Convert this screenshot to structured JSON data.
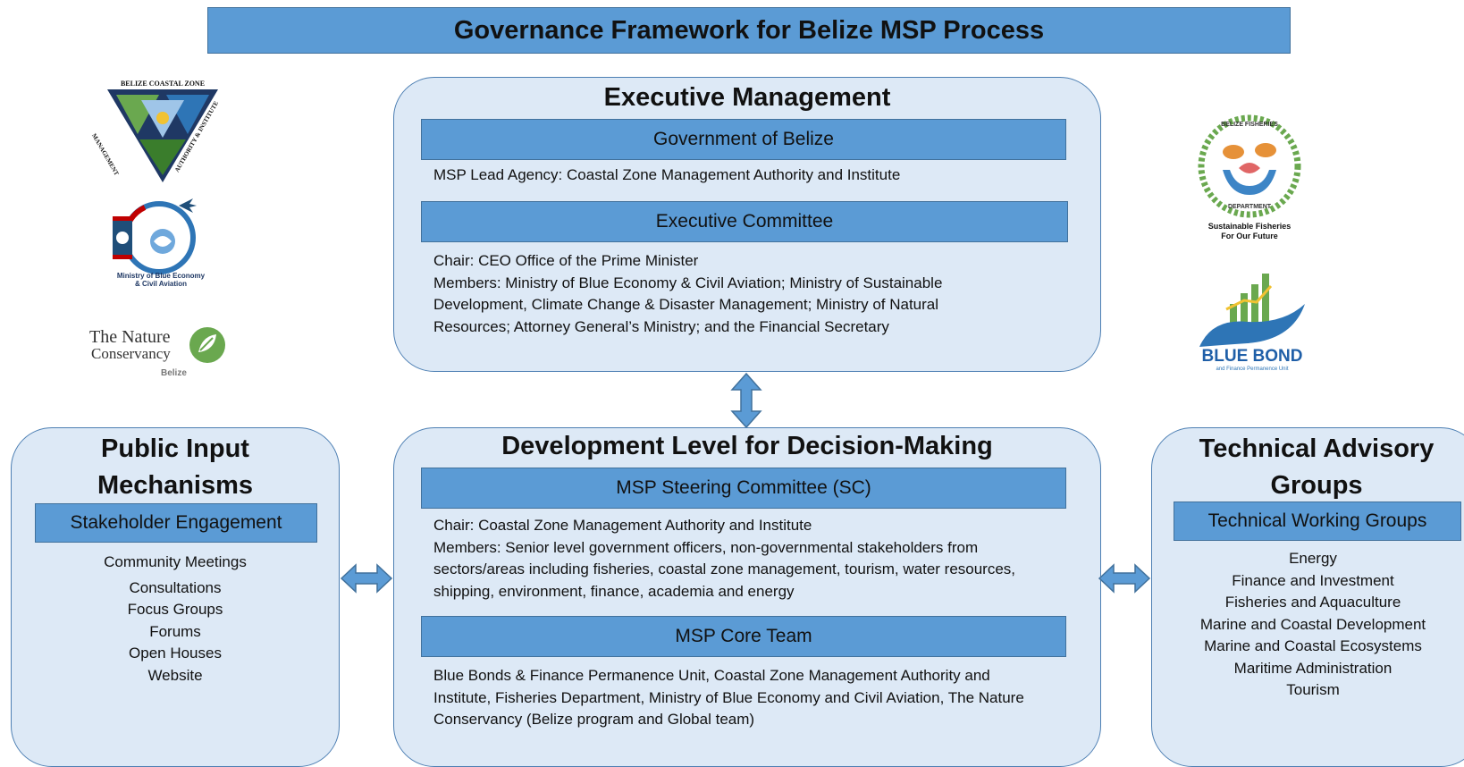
{
  "title": "Governance Framework for Belize MSP Process",
  "executive": {
    "heading": "Executive Management",
    "gov_bar": "Government of Belize",
    "lead_agency": "MSP Lead Agency: Coastal Zone Management Authority and Institute",
    "committee_bar": "Executive Committee",
    "chair": "Chair: CEO Office of the Prime Minister",
    "members": "Members: Ministry of Blue Economy & Civil Aviation; Ministry of Sustainable Development, Climate Change & Disaster Management; Ministry of Natural Resources; Attorney General’s Ministry; and the Financial Secretary"
  },
  "development": {
    "heading": "Development Level for Decision-Making",
    "sc_bar": "MSP Steering Committee (SC)",
    "chair": "Chair: Coastal Zone Management Authority and Institute",
    "members": "Members: Senior level government officers, non-governmental stakeholders from sectors/areas including fisheries, coastal zone management, tourism, water resources, shipping, environment, finance, academia and energy",
    "core_bar": "MSP Core Team",
    "core_members": "Blue Bonds & Finance Permanence Unit, Coastal Zone Management Authority and Institute, Fisheries Department, Ministry of Blue Economy and Civil Aviation, The Nature Conservancy (Belize program and Global team)"
  },
  "public": {
    "heading": "Public Input Mechanisms",
    "bar": "Stakeholder Engagement",
    "items": [
      "Community Meetings",
      "Consultations",
      "Focus Groups",
      "Forums",
      "Open Houses",
      "Website"
    ]
  },
  "technical": {
    "heading": "Technical Advisory Groups",
    "bar": "Technical Working Groups",
    "items": [
      "Energy",
      "Finance and Investment",
      "Fisheries and Aquaculture",
      "Marine and Coastal Development",
      "Marine and Coastal Ecosystems",
      "Maritime Administration",
      "Tourism"
    ]
  },
  "logos": {
    "czmai_top": "BELIZE COASTAL ZONE",
    "czmai_left": "MANAGEMENT",
    "czmai_right": "AUTHORITY & INSTITUTE",
    "blue_economy_line1": "Ministry of Blue Economy",
    "blue_economy_line2": "& Civil Aviation",
    "tnc_line1": "The Nature",
    "tnc_line2": "Conservancy",
    "tnc_sub": "Belize",
    "fisheries_top": "BELIZE FISHERIES",
    "fisheries_bottom": "DEPARTMENT",
    "fisheries_tag1": "Sustainable Fisheries",
    "fisheries_tag2": "For Our Future",
    "bluebond_main": "BLUE BOND",
    "bluebond_sub": "and Finance Permanence Unit"
  },
  "colors": {
    "bar_fill": "#5b9bd5",
    "panel_fill": "#dde9f6",
    "panel_border": "#4d7fb3",
    "arrow_fill": "#5b9bd5"
  }
}
